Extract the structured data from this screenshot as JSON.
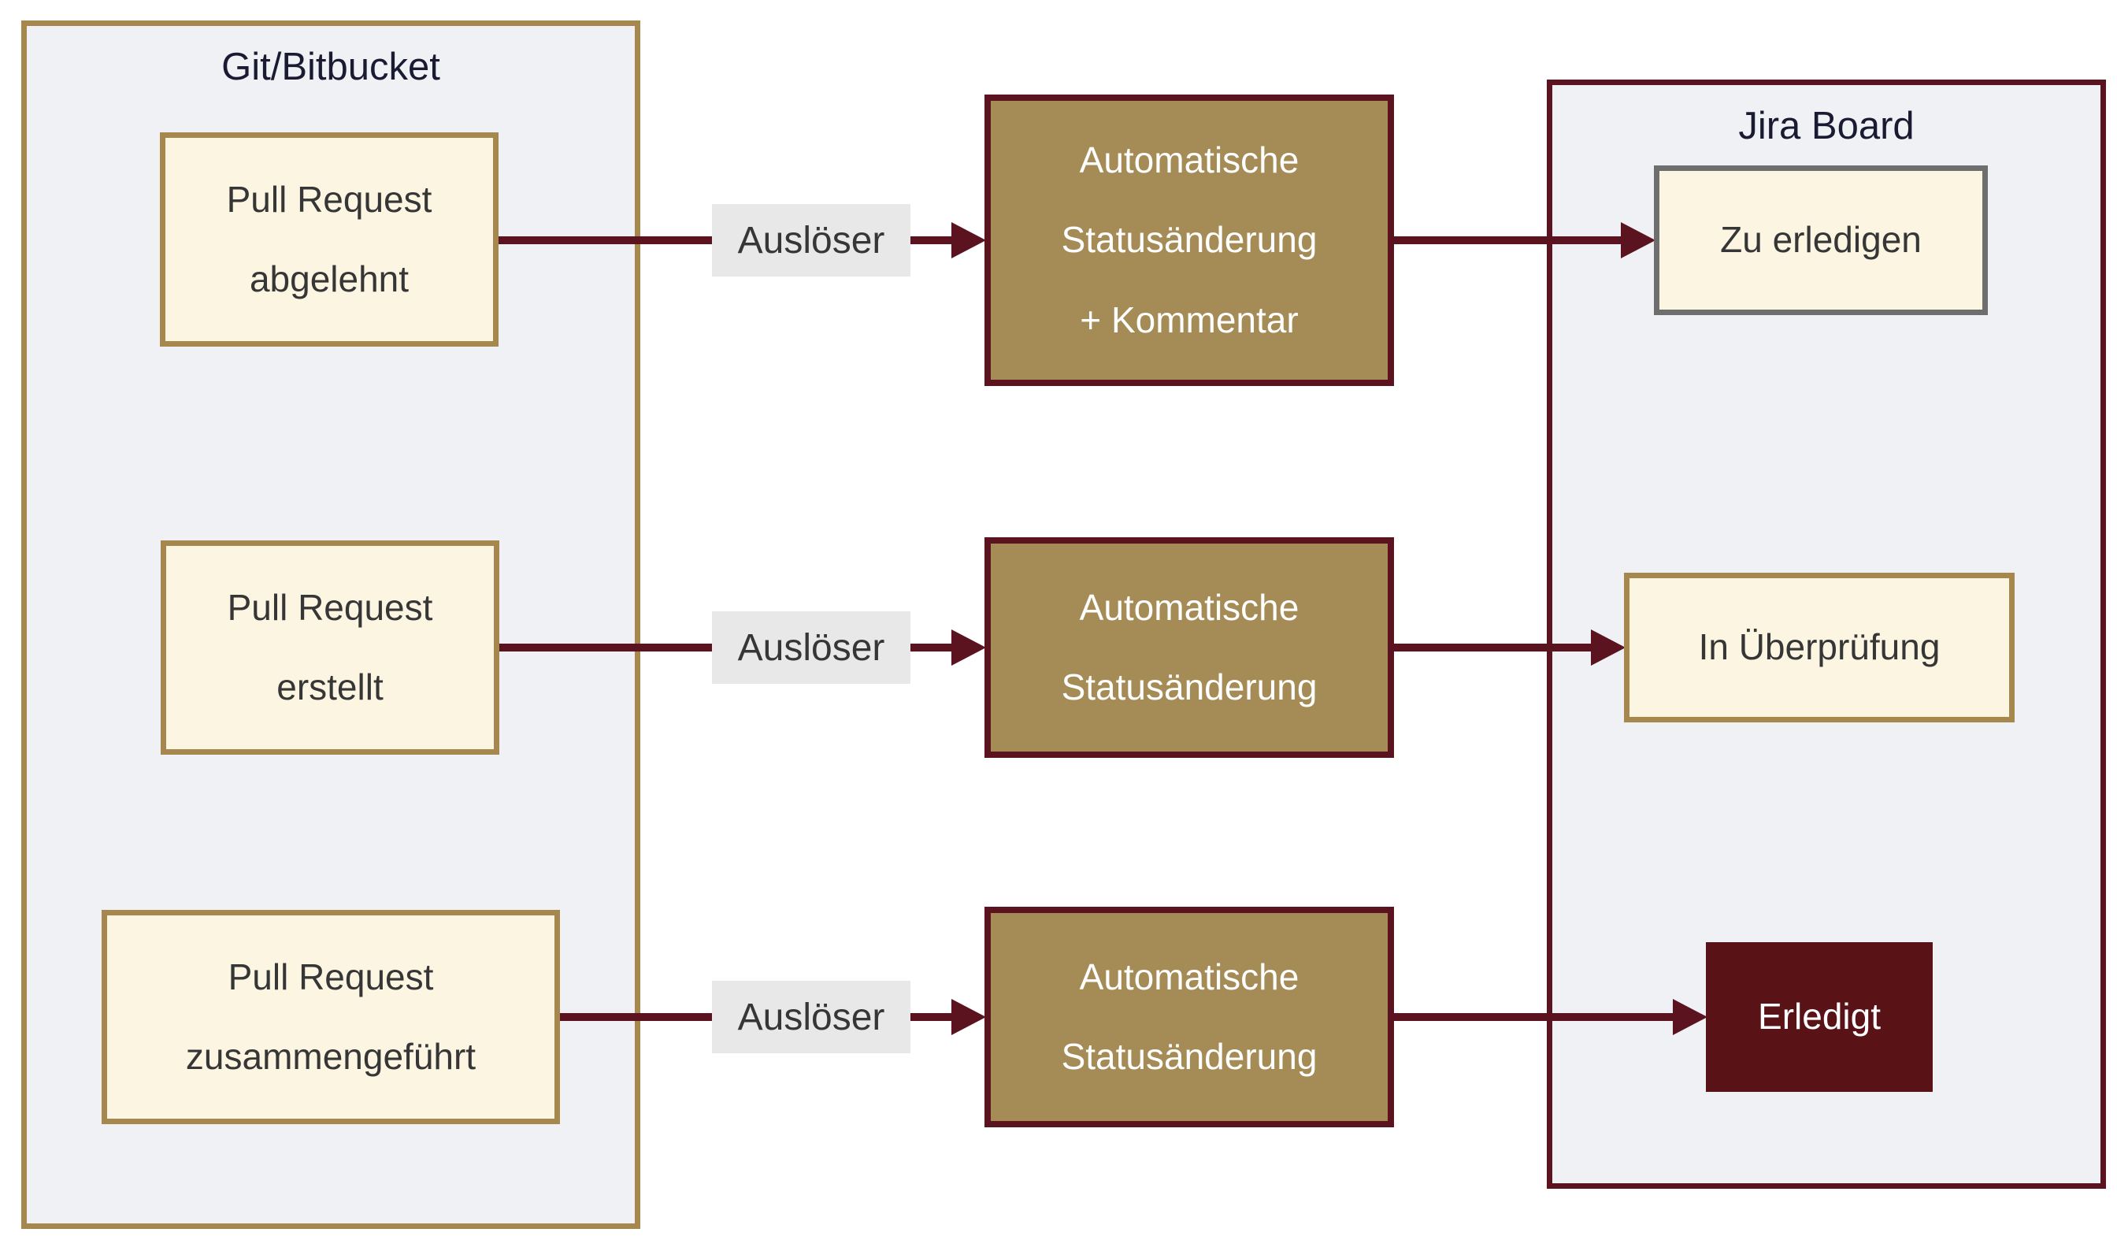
{
  "diagram": {
    "clusters": {
      "git": {
        "label": "Git/Bitbucket"
      },
      "jira": {
        "label": "Jira Board"
      }
    },
    "nodes": {
      "pr_rejected": {
        "lines": [
          "Pull Request",
          "abgelehnt"
        ]
      },
      "pr_created": {
        "lines": [
          "Pull Request",
          "erstellt"
        ]
      },
      "pr_merged": {
        "lines": [
          "Pull Request",
          "zusammengeführt"
        ]
      },
      "auto_1": {
        "lines": [
          "Automatische",
          "Statusänderung",
          "+ Kommentar"
        ]
      },
      "auto_2": {
        "lines": [
          "Automatische",
          "Statusänderung"
        ]
      },
      "auto_3": {
        "lines": [
          "Automatische",
          "Statusänderung"
        ]
      },
      "todo": {
        "label": "Zu erledigen"
      },
      "review": {
        "label": "In Überprüfung"
      },
      "done": {
        "label": "Erledigt"
      }
    },
    "edge_labels": [
      "Auslöser",
      "Auslöser",
      "Auslöser"
    ],
    "colors": {
      "maroon": "#5c1320",
      "gold": "#a58b55",
      "tan_border": "#a6884e",
      "cream": "#fcf5e2",
      "cluster_bg": "#f0f1f4",
      "edge_label_bg": "#e8e8e8",
      "node_text": "#363636",
      "title_text": "#1a1a33",
      "gray_border": "#6e6e6e",
      "done_bg": "#591317",
      "done_text": "#ffffff",
      "gold_text": "#ffffff"
    }
  }
}
